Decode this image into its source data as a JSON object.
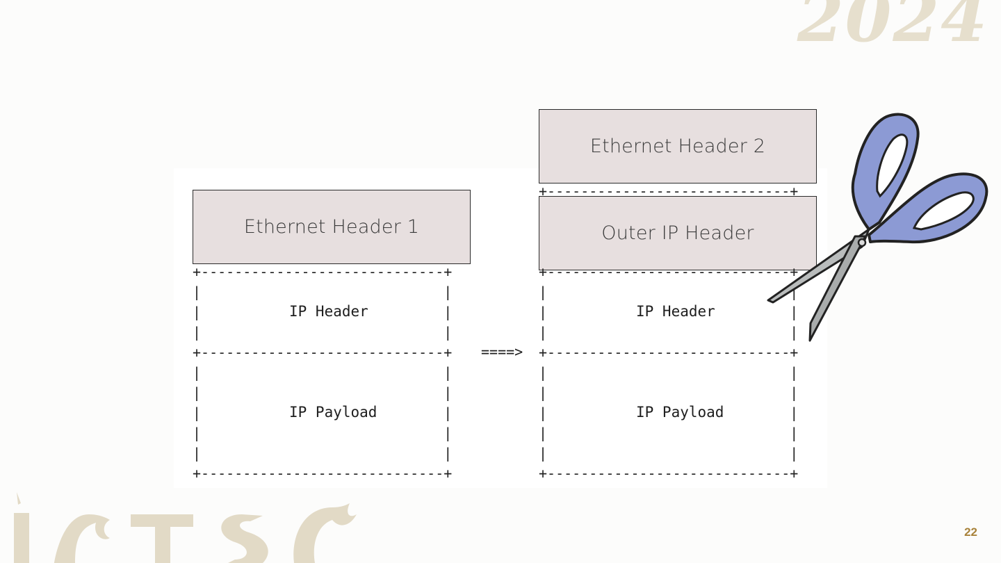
{
  "slide": {
    "year": "2024",
    "logo": "ICTSC",
    "page_number": "22"
  },
  "diagram": {
    "left": {
      "ethernet_header": "Ethernet Header 1",
      "ip_header": "IP Header",
      "ip_payload": "IP Payload"
    },
    "arrow": "====>",
    "right": {
      "ethernet_header": "Ethernet Header 2",
      "outer_ip_header": "Outer IP Header",
      "ip_header": "IP Header",
      "ip_payload": "IP Payload"
    },
    "scissors_icon": "scissors-icon"
  },
  "colors": {
    "header_fill": "#e7dfdf",
    "scissors_handle": "#8c9ad4",
    "scissors_blade": "#b9bcbc",
    "watermark": "#e6dfcd",
    "page_number": "#a8823a"
  }
}
